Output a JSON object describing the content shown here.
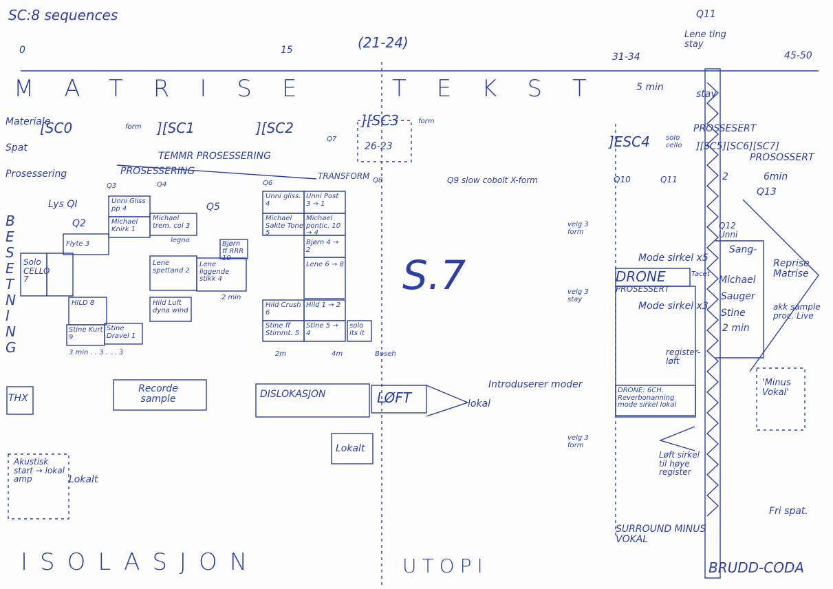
{
  "header": {
    "title": "SC:8 sequences",
    "timeline": [
      "0",
      "15",
      "(21-24)",
      "31-34",
      "Q11",
      "45-50"
    ],
    "lene_note": "Lene ting stay"
  },
  "sections": {
    "matrise": "MATRISE",
    "tekst": "TEKST",
    "isolasjon": "ISOLASJON",
    "utopi": "UTOPI",
    "brudd": "BRUDD-CODA",
    "s7": "S.7"
  },
  "row_labels": [
    "Materiale",
    "Spat",
    "Prosessering",
    "BESETNING"
  ],
  "scenes": {
    "sc0": "[SC0",
    "sc1": "][SC1",
    "sc2": "][SC2",
    "sc3": "][SC3",
    "sc3_range": "26-23",
    "sc4": "]ESC4",
    "sc4_note": "solo cello",
    "sc5": "][SC5][SC6][SC7]",
    "prosessert": "PROSOSSERT",
    "form": "form",
    "form2": "form",
    "five_min": "5 min",
    "stay": "stay",
    "prosessert_top": "PROSSESERT",
    "six_min": "6min",
    "two": "2"
  },
  "cues": {
    "q1": "Lys QI",
    "q2": "Q2",
    "q3": "Q3",
    "q4": "Q4",
    "q5": "Q5",
    "q6": "Q6",
    "q7": "Q7",
    "q8": "Q8",
    "q9": "Q9 slow cobolt X-form",
    "q10": "Q10",
    "q11": "Q11",
    "q12": "Q12 Unni",
    "q13": "Q13"
  },
  "processing": {
    "label": "TEMMR PROSESSERING",
    "label2": "PROSESSERING",
    "transform": "TRANSFORM"
  },
  "blocks": {
    "solo_cello": "Solo CELLO 7",
    "flyte": "Flyte 3",
    "unni_gliss": "Unni Gliss pp 4",
    "michael_knirk": "Michael Knirk 1",
    "michael_trem": "Michael trem. col 3",
    "legno": "legno",
    "lene_spetted": "Lene spettand 2",
    "lene_liggende": "Lene liggende stikk 4",
    "hild_8": "HILD 8",
    "hild_dyno": "Hild Luft dyna wind",
    "stine_kurt": "Stine Kurt 9",
    "stine_dravel": "Stine Dravel 1",
    "bjorn": "Bjørn ff RRR 10",
    "two_min": "2 min",
    "three_min": "3 min . . 3 . . . 3",
    "unni_gliss2": "Unni gliss. 4",
    "unni_post": "Unni Post 3 → 1",
    "michael_sakte": "Michael Sakte Tone 5",
    "michael_pontic": "Michael pontic. 10 → 4",
    "bjorn2": "Bjørn 4 → 2",
    "lene2": "Lene 6 → 8",
    "hild_crush": "Hild Crush 6",
    "hild2": "Hild 1 → 2",
    "stine_ff": "Stine ff Stimmt. 5",
    "stine2": "Stine 5 → 4",
    "solo_itsit": "solo its it",
    "two_min2": "2m",
    "four_min": "4m",
    "boseh": "Boseh"
  },
  "lower": {
    "thx": "THX",
    "recorde": "Recorde sample",
    "dislokasjon": "DISLOKASJON",
    "loft": "LØFT",
    "lokal": "lokal",
    "lokalt": "Lokalt",
    "akustisk": "Akustisk start → lokal amp",
    "lokalt2": "Lokalt",
    "introduserer": "Introduserer moder",
    "velg1": "velg 3 form",
    "velg2": "velg 3 stay",
    "velg3": "velg 3 form"
  },
  "right": {
    "mode_x5": "Mode sirkel x5",
    "drone": "DRONE",
    "prosessert": "PROSESSERT",
    "tacet": "Tacet",
    "mode_x3": "Mode sirkel x3",
    "register": "register-løft",
    "drone6": "DRONE: 6CH. Reverbonanning mode sirkel lokal",
    "loft_sirkel": "Løft sirkel til høye register",
    "sang": "Sang-",
    "michael": "Michael",
    "sauger": "Sauger",
    "stine": "Stine",
    "two_min": "2 min",
    "reprise": "Reprise Matrise",
    "akk": "akk sample proc. Live",
    "minus_vokal": "'Minus Vokal'",
    "surround": "SURROUND MINUS VOKAL",
    "fri": "Fri spat."
  }
}
